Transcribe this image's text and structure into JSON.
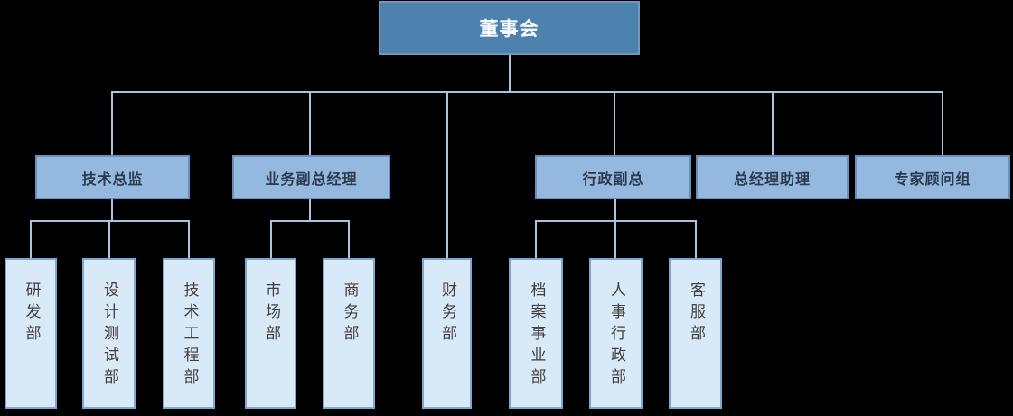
{
  "colors": {
    "background": "#000000",
    "root_fill": "#4E82AE",
    "root_text": "#FFFFFF",
    "level2_fill": "#95B9DE",
    "level2_border": "#6591BC",
    "level2_text": "#2B3A4D",
    "level3_fill": "#D8E9F8",
    "level3_border": "#7BA7D1",
    "level3_text": "#3F3F3F",
    "connector": "#A9C4DF"
  },
  "org": {
    "root": {
      "label": "董事会"
    },
    "level2": [
      {
        "label": "技术总监"
      },
      {
        "label": "业务副总经理"
      },
      {
        "label": "行政副总"
      },
      {
        "label": "总经理助理"
      },
      {
        "label": "专家顾问组"
      }
    ],
    "level3": [
      {
        "label": "研发部",
        "parent": "技术总监"
      },
      {
        "label": "设计测试部",
        "parent": "技术总监"
      },
      {
        "label": "技术工程部",
        "parent": "技术总监"
      },
      {
        "label": "市场部",
        "parent": "业务副总经理"
      },
      {
        "label": "商务部",
        "parent": "业务副总经理"
      },
      {
        "label": "财务部",
        "parent": "董事会"
      },
      {
        "label": "档案事业部",
        "parent": "行政副总"
      },
      {
        "label": "人事行政部",
        "parent": "行政副总"
      },
      {
        "label": "客服部",
        "parent": "行政副总"
      }
    ]
  }
}
